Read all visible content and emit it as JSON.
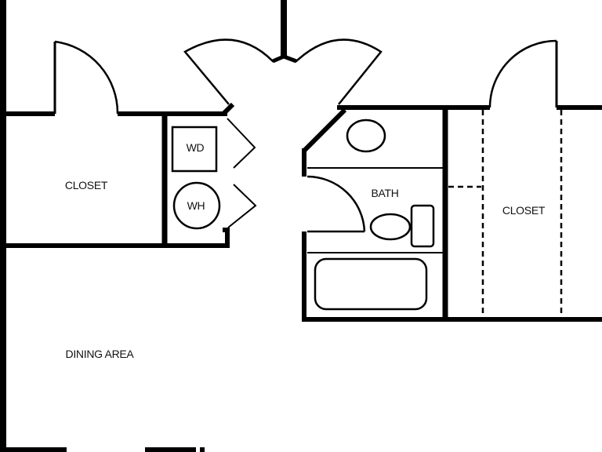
{
  "rooms": {
    "closet_left": "CLOSET",
    "closet_right": "CLOSET",
    "bath": "BATH",
    "dining": "DINING AREA",
    "washer_dryer": "WD",
    "water_heater": "WH"
  },
  "colors": {
    "wall": "#000000",
    "background": "#ffffff",
    "text": "#111111"
  }
}
